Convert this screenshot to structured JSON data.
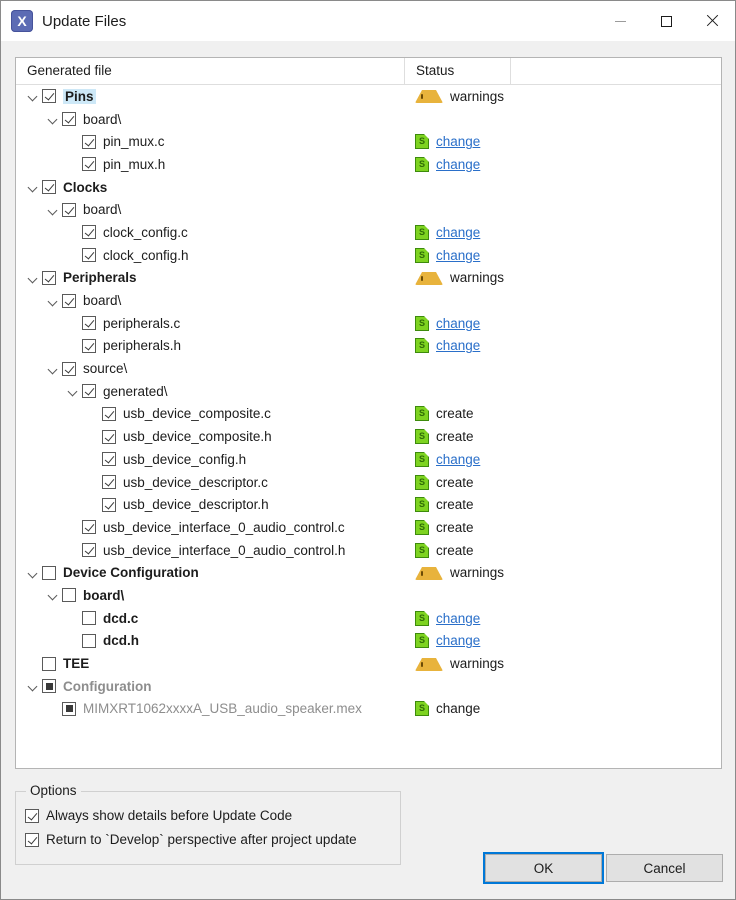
{
  "window": {
    "title": "Update Files",
    "icon": "X",
    "buttons": {
      "minimize": "minimize-icon",
      "maximize": "maximize-icon",
      "close": "close-icon"
    }
  },
  "tree": {
    "columns": [
      "Generated file",
      "Status"
    ],
    "rows": [
      {
        "indent": 0,
        "expander": "open",
        "check": "checked",
        "label": "Pins",
        "bold": true,
        "selected": true,
        "status": {
          "icon": "warning",
          "text": "warnings",
          "link": false
        }
      },
      {
        "indent": 1,
        "expander": "open",
        "check": "checked",
        "label": "board\\",
        "bold": false,
        "selected": false,
        "status": null
      },
      {
        "indent": 2,
        "expander": "none",
        "check": "checked",
        "label": "pin_mux.c",
        "bold": false,
        "selected": false,
        "status": {
          "icon": "document",
          "text": "change",
          "link": true
        }
      },
      {
        "indent": 2,
        "expander": "none",
        "check": "checked",
        "label": "pin_mux.h",
        "bold": false,
        "selected": false,
        "status": {
          "icon": "document",
          "text": "change",
          "link": true
        }
      },
      {
        "indent": 0,
        "expander": "open",
        "check": "checked",
        "label": "Clocks",
        "bold": true,
        "selected": false,
        "status": null
      },
      {
        "indent": 1,
        "expander": "open",
        "check": "checked",
        "label": "board\\",
        "bold": false,
        "selected": false,
        "status": null
      },
      {
        "indent": 2,
        "expander": "none",
        "check": "checked",
        "label": "clock_config.c",
        "bold": false,
        "selected": false,
        "status": {
          "icon": "document",
          "text": "change",
          "link": true
        }
      },
      {
        "indent": 2,
        "expander": "none",
        "check": "checked",
        "label": "clock_config.h",
        "bold": false,
        "selected": false,
        "status": {
          "icon": "document",
          "text": "change",
          "link": true
        }
      },
      {
        "indent": 0,
        "expander": "open",
        "check": "checked",
        "label": "Peripherals",
        "bold": true,
        "selected": false,
        "status": {
          "icon": "warning",
          "text": "warnings",
          "link": false
        }
      },
      {
        "indent": 1,
        "expander": "open",
        "check": "checked",
        "label": "board\\",
        "bold": false,
        "selected": false,
        "status": null
      },
      {
        "indent": 2,
        "expander": "none",
        "check": "checked",
        "label": "peripherals.c",
        "bold": false,
        "selected": false,
        "status": {
          "icon": "document",
          "text": "change",
          "link": true
        }
      },
      {
        "indent": 2,
        "expander": "none",
        "check": "checked",
        "label": "peripherals.h",
        "bold": false,
        "selected": false,
        "status": {
          "icon": "document",
          "text": "change",
          "link": true
        }
      },
      {
        "indent": 1,
        "expander": "open",
        "check": "checked",
        "label": "source\\",
        "bold": false,
        "selected": false,
        "status": null
      },
      {
        "indent": 2,
        "expander": "open",
        "check": "checked",
        "label": "generated\\",
        "bold": false,
        "selected": false,
        "status": null
      },
      {
        "indent": 3,
        "expander": "none",
        "check": "checked",
        "label": "usb_device_composite.c",
        "bold": false,
        "selected": false,
        "status": {
          "icon": "document",
          "text": "create",
          "link": false
        }
      },
      {
        "indent": 3,
        "expander": "none",
        "check": "checked",
        "label": "usb_device_composite.h",
        "bold": false,
        "selected": false,
        "status": {
          "icon": "document",
          "text": "create",
          "link": false
        }
      },
      {
        "indent": 3,
        "expander": "none",
        "check": "checked",
        "label": "usb_device_config.h",
        "bold": false,
        "selected": false,
        "status": {
          "icon": "document",
          "text": "change",
          "link": true
        }
      },
      {
        "indent": 3,
        "expander": "none",
        "check": "checked",
        "label": "usb_device_descriptor.c",
        "bold": false,
        "selected": false,
        "status": {
          "icon": "document",
          "text": "create",
          "link": false
        }
      },
      {
        "indent": 3,
        "expander": "none",
        "check": "checked",
        "label": "usb_device_descriptor.h",
        "bold": false,
        "selected": false,
        "status": {
          "icon": "document",
          "text": "create",
          "link": false
        }
      },
      {
        "indent": 2,
        "expander": "none",
        "check": "checked",
        "label": "usb_device_interface_0_audio_control.c",
        "bold": false,
        "selected": false,
        "status": {
          "icon": "document",
          "text": "create",
          "link": false
        }
      },
      {
        "indent": 2,
        "expander": "none",
        "check": "checked",
        "label": "usb_device_interface_0_audio_control.h",
        "bold": false,
        "selected": false,
        "status": {
          "icon": "document",
          "text": "create",
          "link": false
        }
      },
      {
        "indent": 0,
        "expander": "open",
        "check": "unchecked",
        "label": "Device Configuration",
        "bold": true,
        "selected": false,
        "status": {
          "icon": "warning",
          "text": "warnings",
          "link": false
        }
      },
      {
        "indent": 1,
        "expander": "open",
        "check": "unchecked",
        "label": "board\\",
        "bold": true,
        "selected": false,
        "status": null
      },
      {
        "indent": 2,
        "expander": "none",
        "check": "unchecked",
        "label": "dcd.c",
        "bold": true,
        "selected": false,
        "status": {
          "icon": "document",
          "text": "change",
          "link": true
        }
      },
      {
        "indent": 2,
        "expander": "none",
        "check": "unchecked",
        "label": "dcd.h",
        "bold": true,
        "selected": false,
        "status": {
          "icon": "document",
          "text": "change",
          "link": true
        }
      },
      {
        "indent": 0,
        "expander": "none",
        "check": "unchecked",
        "label": "TEE",
        "bold": true,
        "selected": false,
        "status": {
          "icon": "warning",
          "text": "warnings",
          "link": false
        }
      },
      {
        "indent": 0,
        "expander": "open",
        "check": "filled",
        "label": "Configuration",
        "bold": true,
        "dim": true,
        "selected": false,
        "status": null
      },
      {
        "indent": 1,
        "expander": "none",
        "check": "filled",
        "label": "MIMXRT1062xxxxA_USB_audio_speaker.mex",
        "bold": false,
        "dim": true,
        "selected": false,
        "status": {
          "icon": "document",
          "text": "change",
          "link": false
        }
      }
    ]
  },
  "options": {
    "legend": "Options",
    "items": [
      {
        "label": "Always show details before Update Code",
        "checked": true
      },
      {
        "label": "Return to `Develop` perspective after project update",
        "checked": true
      }
    ]
  },
  "footer": {
    "ok_label": "OK",
    "cancel_label": "Cancel"
  },
  "colors": {
    "link": "#2a6fc9",
    "selection": "#cde8f7",
    "focus": "#0078d7",
    "doc_icon": "#7ed321",
    "warn_icon": "#e8b33c"
  }
}
